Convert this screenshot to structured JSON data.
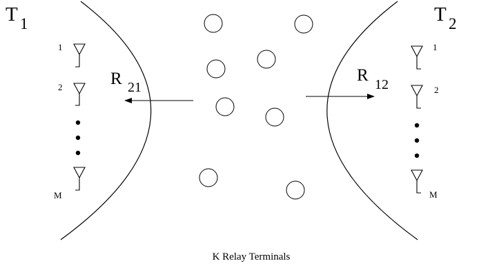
{
  "terminals": {
    "left": {
      "letter": "T",
      "index": "1"
    },
    "right": {
      "letter": "T",
      "index": "2"
    }
  },
  "rates": {
    "left": {
      "letter": "R",
      "index": "21"
    },
    "right": {
      "letter": "R",
      "index": "12"
    }
  },
  "antennas": {
    "first": "1",
    "second": "2",
    "last": "M"
  },
  "caption": "K Relay Terminals"
}
